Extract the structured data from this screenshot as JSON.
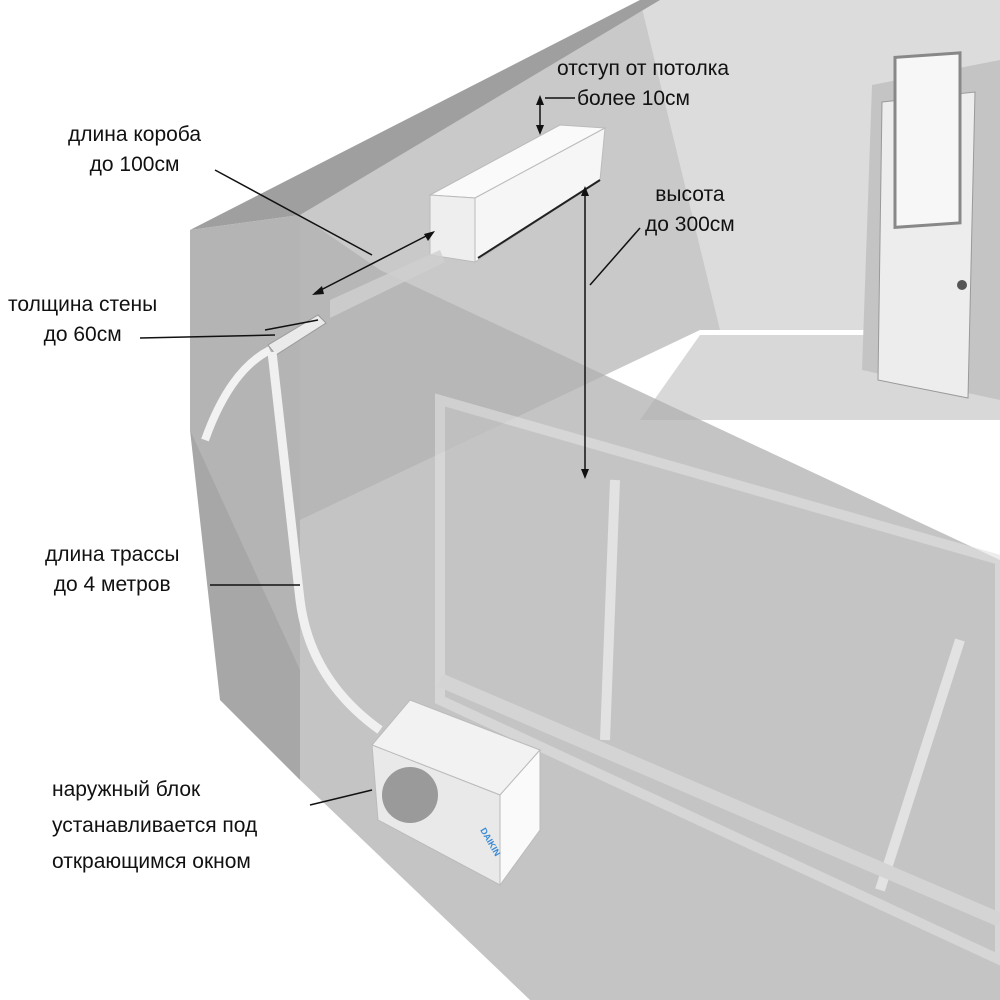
{
  "labels": {
    "ceiling_offset": {
      "line1": "отступ от потолка",
      "line2": "более 10см"
    },
    "duct_length": {
      "line1": "длина короба",
      "line2": "до 100см"
    },
    "height": {
      "line1": "высота",
      "line2": "до 300см"
    },
    "wall_thickness": {
      "line1": "толщина стены",
      "line2": "до 60см"
    },
    "route_length": {
      "line1": "длина трассы",
      "line2": "до 4 метров"
    },
    "outdoor_unit": {
      "line1": "наружный блок",
      "line2": "устанавливается под",
      "line3": "открающимся окном"
    }
  },
  "brand_logo": "DAIKIN",
  "colors": {
    "wall": "#b9b9b9",
    "wall_dark": "#9a9a9a",
    "floor": "#d4d4d4",
    "unit": "#f4f4f4",
    "line": "#111111"
  }
}
